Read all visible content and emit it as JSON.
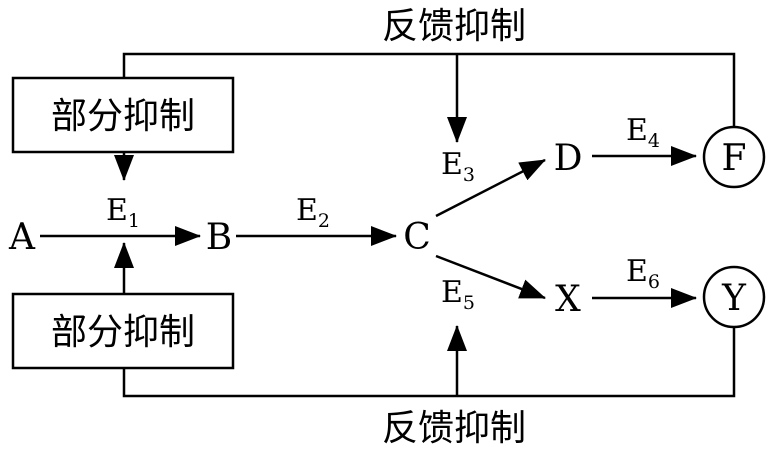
{
  "nodes": {
    "A": "A",
    "B": "B",
    "C": "C",
    "D": "D",
    "X": "X",
    "F": "F",
    "Y": "Y"
  },
  "enzymes": {
    "e1": {
      "base": "E",
      "sub": "1"
    },
    "e2": {
      "base": "E",
      "sub": "2"
    },
    "e3": {
      "base": "E",
      "sub": "3"
    },
    "e4": {
      "base": "E",
      "sub": "4"
    },
    "e5": {
      "base": "E",
      "sub": "5"
    },
    "e6": {
      "base": "E",
      "sub": "6"
    }
  },
  "regulation": {
    "partial_top": "部分抑制",
    "partial_bottom": "部分抑制",
    "feedback_top": "反馈抑制",
    "feedback_bottom": "反馈抑制"
  }
}
